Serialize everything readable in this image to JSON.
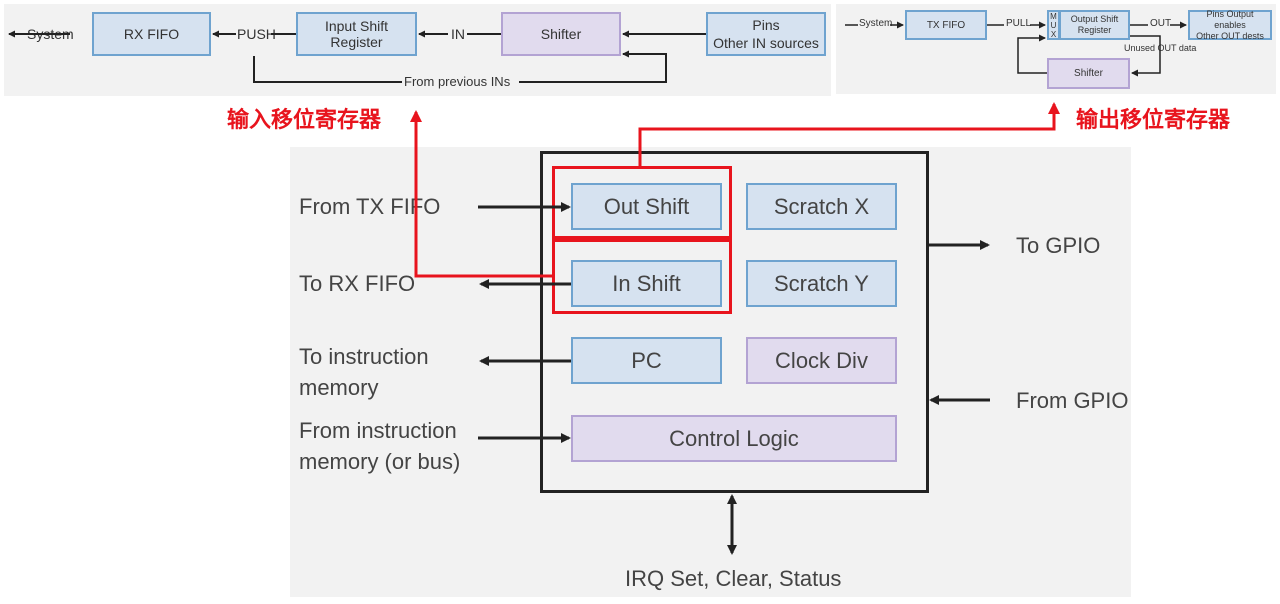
{
  "in_shift_diagram": {
    "system": "System",
    "rx_fifo": "RX FIFO",
    "push": "PUSH",
    "input_shift_register": "Input Shift Register",
    "in": "IN",
    "shifter": "Shifter",
    "pins_line1": "Pins",
    "pins_line2": "Other IN sources",
    "feedback": "From previous INs"
  },
  "out_shift_diagram": {
    "system": "System",
    "tx_fifo": "TX FIFO",
    "pull": "PULL",
    "mux": [
      "M",
      "U",
      "X"
    ],
    "output_shift_line1": "Output Shift",
    "output_shift_line2": "Register",
    "out": "OUT",
    "pins_line1": "Pins Output enables",
    "pins_line2": "Other OUT dests",
    "unused": "Unused OUT data",
    "shifter": "Shifter"
  },
  "annotations": {
    "input_shift_cn": "输入移位寄存器",
    "output_shift_cn": "输出移位寄存器"
  },
  "sm_diagram": {
    "out_shift": "Out Shift",
    "scratch_x": "Scratch X",
    "in_shift": "In Shift",
    "scratch_y": "Scratch Y",
    "pc": "PC",
    "clock_div": "Clock Div",
    "control_logic": "Control Logic",
    "from_tx_fifo": "From TX FIFO",
    "to_rx_fifo": "To RX FIFO",
    "to_instr_line1": "To instruction",
    "to_instr_line2": "memory",
    "from_instr_line1": "From instruction",
    "from_instr_line2": "memory (or bus)",
    "to_gpio": "To GPIO",
    "from_gpio": "From GPIO",
    "irq": "IRQ Set, Clear, Status"
  },
  "colors": {
    "register_fill": "#d6e2f0",
    "register_border": "#6fa3cf",
    "logic_fill": "#e1dbee",
    "logic_border": "#b3a3d3",
    "highlight": "#e8141d"
  }
}
